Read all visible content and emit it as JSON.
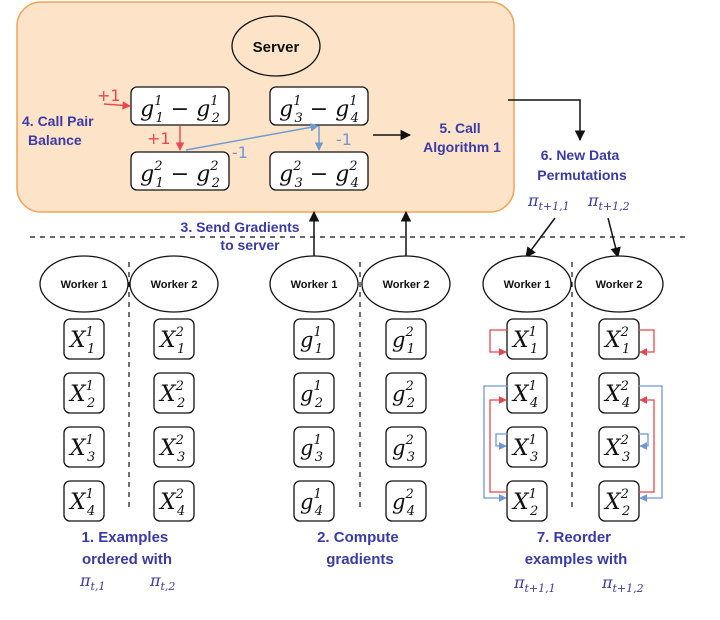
{
  "server": {
    "title": "Server",
    "pairs": [
      {
        "a": "g",
        "as": "1",
        "ai": "1",
        "b": "g",
        "bs": "1",
        "bi": "2"
      },
      {
        "a": "g",
        "as": "1",
        "ai": "3",
        "b": "g",
        "bs": "1",
        "bi": "4"
      },
      {
        "a": "g",
        "as": "2",
        "ai": "1",
        "b": "g",
        "bs": "2",
        "bi": "2"
      },
      {
        "a": "g",
        "as": "2",
        "ai": "3",
        "b": "g",
        "bs": "2",
        "bi": "4"
      }
    ],
    "signs": {
      "plus_top": "+1",
      "plus_mid": "+1",
      "minus_diag": "-1",
      "minus_right": "-1"
    }
  },
  "steps": {
    "s1_line1": "1. Examples",
    "s1_line2": "ordered with",
    "s2_line1": "2. Compute",
    "s2_line2": "gradients",
    "s3_line1": "3. Send Gradients",
    "s3_line2": "to server",
    "s4_line1": "4. Call Pair",
    "s4_line2": "Balance",
    "s5_line1": "5. Call",
    "s5_line2": "Algorithm 1",
    "s6_line1": "6. New Data",
    "s6_line2": "Permutations",
    "s7_line1": "7. Reorder",
    "s7_line2": "examples with"
  },
  "pi": {
    "sym": "π",
    "t1": "t,1",
    "t2": "t,2",
    "n1": "t+1,1",
    "n2": "t+1,2"
  },
  "workers": {
    "w1": "Worker 1",
    "w2": "Worker 2"
  },
  "columns": {
    "ex_w1": [
      {
        "b": "X",
        "s": "1",
        "i": "1"
      },
      {
        "b": "X",
        "s": "1",
        "i": "2"
      },
      {
        "b": "X",
        "s": "1",
        "i": "3"
      },
      {
        "b": "X",
        "s": "1",
        "i": "4"
      }
    ],
    "ex_w2": [
      {
        "b": "X",
        "s": "2",
        "i": "1"
      },
      {
        "b": "X",
        "s": "2",
        "i": "2"
      },
      {
        "b": "X",
        "s": "2",
        "i": "3"
      },
      {
        "b": "X",
        "s": "2",
        "i": "4"
      }
    ],
    "gr_w1": [
      {
        "b": "g",
        "s": "1",
        "i": "1"
      },
      {
        "b": "g",
        "s": "1",
        "i": "2"
      },
      {
        "b": "g",
        "s": "1",
        "i": "3"
      },
      {
        "b": "g",
        "s": "1",
        "i": "4"
      }
    ],
    "gr_w2": [
      {
        "b": "g",
        "s": "2",
        "i": "1"
      },
      {
        "b": "g",
        "s": "2",
        "i": "2"
      },
      {
        "b": "g",
        "s": "2",
        "i": "3"
      },
      {
        "b": "g",
        "s": "2",
        "i": "4"
      }
    ],
    "re_w1": [
      {
        "b": "X",
        "s": "1",
        "i": "1"
      },
      {
        "b": "X",
        "s": "1",
        "i": "4"
      },
      {
        "b": "X",
        "s": "1",
        "i": "3"
      },
      {
        "b": "X",
        "s": "1",
        "i": "2"
      }
    ],
    "re_w2": [
      {
        "b": "X",
        "s": "2",
        "i": "1"
      },
      {
        "b": "X",
        "s": "2",
        "i": "4"
      },
      {
        "b": "X",
        "s": "2",
        "i": "3"
      },
      {
        "b": "X",
        "s": "2",
        "i": "2"
      }
    ]
  },
  "colors": {
    "red": "#e8474d",
    "blue": "#6d98d4",
    "label": "#3a3aa8",
    "server_fill": "#fde3c8",
    "server_stroke": "#f2a457"
  }
}
